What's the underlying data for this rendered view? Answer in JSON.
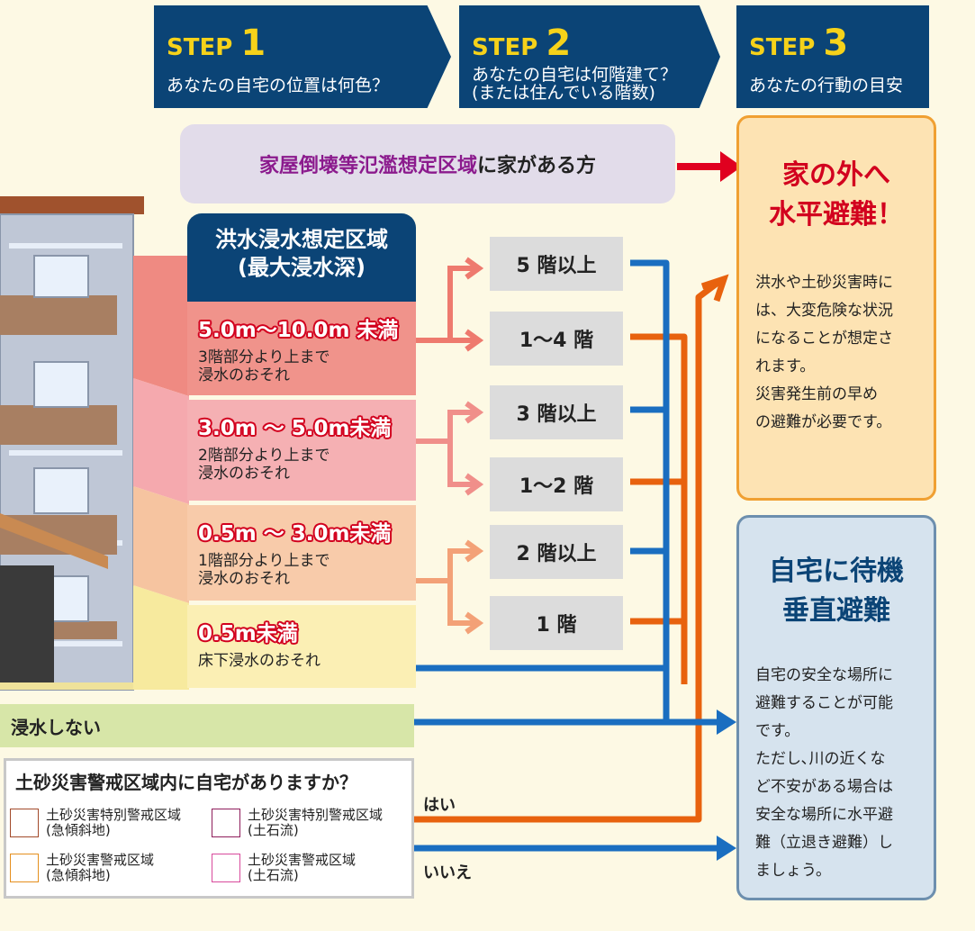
{
  "steps": [
    {
      "step_word": "STEP",
      "number": "1",
      "subtitle": "あなたの自宅の位置は何色？"
    },
    {
      "step_word": "STEP",
      "number": "2",
      "subtitle_line1": "あなたの自宅は何階建て？",
      "subtitle_line2": "(または住んでいる階数)"
    },
    {
      "step_word": "STEP",
      "number": "3",
      "subtitle": "あなたの行動の目安"
    }
  ],
  "collapse_zone": {
    "highlight": "家屋倒壊等氾濫想定区域",
    "rest": "に家がある方"
  },
  "flood_header": {
    "line1": "洪水浸水想定区域",
    "line2": "(最大浸水深)"
  },
  "zones": [
    {
      "depth": "5.0m～10.0m 未満",
      "desc_line1": "3階部分より上まで",
      "desc_line2": "浸水のおそれ",
      "color": "#f0938b"
    },
    {
      "depth": "3.0m ～ 5.0m未満",
      "desc_line1": "2階部分より上まで",
      "desc_line2": "浸水のおそれ",
      "color": "#f5b0b3"
    },
    {
      "depth": "0.5m ～ 3.0m未満",
      "desc_line1": "1階部分より上まで",
      "desc_line2": "浸水のおそれ",
      "color": "#f8cbaa"
    },
    {
      "depth": "0.5m未満",
      "desc_line1": "床下浸水のおそれ",
      "desc_line2": "",
      "color": "#fbefb4"
    }
  ],
  "floors": [
    "5 階以上",
    "1～4 階",
    "3 階以上",
    "1～2 階",
    "2 階以上",
    "1 階"
  ],
  "no_flood": "浸水しない",
  "landslide": {
    "question": "土砂災害警戒区域内に自宅がありますか？",
    "legend": [
      {
        "line1": "土砂災害特別警戒区域",
        "line2": "(急傾斜地)",
        "color": "#a24a2a"
      },
      {
        "line1": "土砂災害特別警戒区域",
        "line2": "(土石流)",
        "color": "#8e1d5b"
      },
      {
        "line1": "土砂災害警戒区域",
        "line2": "(急傾斜地)",
        "color": "#e58f1e"
      },
      {
        "line1": "土砂災害警戒区域",
        "line2": "(土石流)",
        "color": "#d84a9c"
      }
    ],
    "yes": "はい",
    "no": "いいえ"
  },
  "results": {
    "evacuate": {
      "title_line1": "家の外へ",
      "title_line2": "水平避難！",
      "body": [
        "洪水や土砂災害時に",
        "は、大変危険な状況",
        "になることが想定さ",
        "れます。",
        "災害発生前の早め",
        "の避難が必要です。"
      ]
    },
    "stay": {
      "title_line1": "自宅に待機",
      "title_line2": "垂直避難",
      "body": [
        "自宅の安全な場所に",
        "避難することが可能",
        "です。",
        "ただし､川の近くな",
        "ど不安がある場合は",
        "安全な場所に水平避",
        "難（立退き避難）し",
        "ましょう。"
      ]
    }
  },
  "colors": {
    "navy": "#0b4476",
    "step_yellow": "#f6d21a",
    "orange_arrow": "#e8620e",
    "blue_arrow": "#1a6ec0",
    "red_arrow": "#e0001f",
    "evacuate_bg": "#fde3b3",
    "evacuate_border": "#f0a032",
    "stay_bg": "#d6e3ee",
    "stay_border": "#6d8fae",
    "no_flood_bg": "#d7e6a8",
    "collapse_bg": "#e2dcea"
  }
}
